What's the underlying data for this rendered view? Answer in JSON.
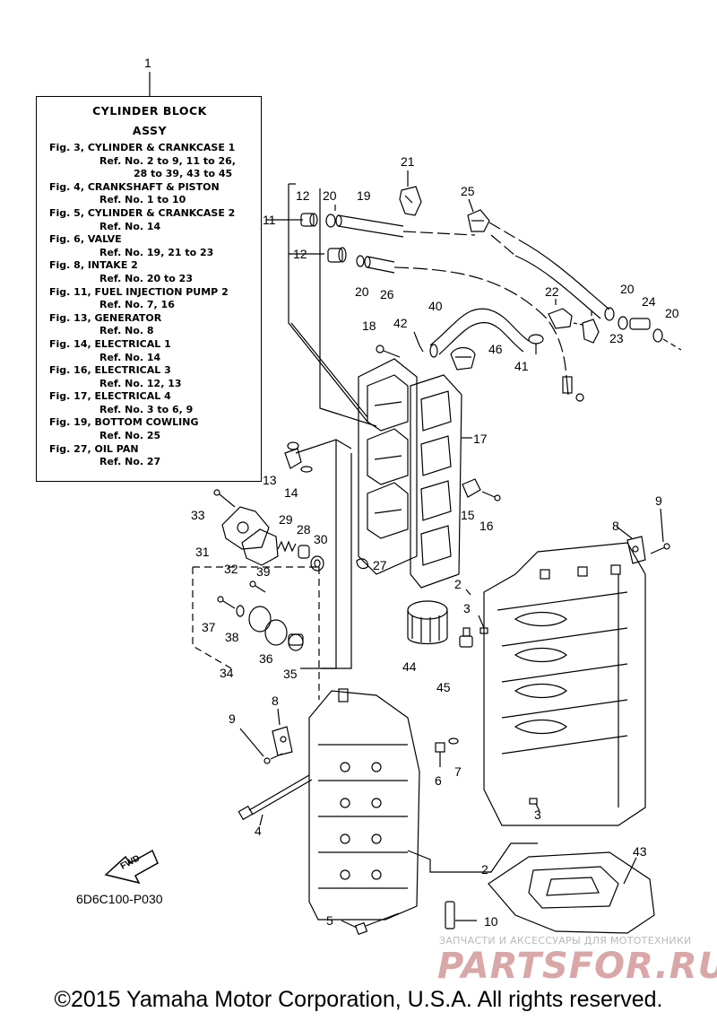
{
  "legend": {
    "ref_no": "1",
    "title_line1": "CYLINDER BLOCK",
    "title_line2": "ASSY",
    "lines": [
      {
        "text": "Fig. 3, CYLINDER & CRANKCASE 1",
        "kind": "fig"
      },
      {
        "text": "Ref. No. 2 to 9, 11 to 26,",
        "kind": "ref"
      },
      {
        "text": "28 to 39, 43 to 45",
        "kind": "ref2"
      },
      {
        "text": "Fig. 4, CRANKSHAFT & PISTON",
        "kind": "fig"
      },
      {
        "text": "Ref. No. 1 to 10",
        "kind": "ref"
      },
      {
        "text": "Fig. 5, CYLINDER & CRANKCASE 2",
        "kind": "fig"
      },
      {
        "text": "Ref. No. 14",
        "kind": "ref"
      },
      {
        "text": "Fig. 6, VALVE",
        "kind": "fig"
      },
      {
        "text": "Ref. No. 19, 21 to 23",
        "kind": "ref"
      },
      {
        "text": "Fig. 8, INTAKE 2",
        "kind": "fig"
      },
      {
        "text": "Ref. No. 20 to 23",
        "kind": "ref"
      },
      {
        "text": "Fig. 11, FUEL INJECTION PUMP 2",
        "kind": "fig"
      },
      {
        "text": "Ref. No. 7, 16",
        "kind": "ref"
      },
      {
        "text": "Fig. 13, GENERATOR",
        "kind": "fig"
      },
      {
        "text": "Ref. No. 8",
        "kind": "ref"
      },
      {
        "text": "Fig. 14, ELECTRICAL 1",
        "kind": "fig"
      },
      {
        "text": "Ref. No. 14",
        "kind": "ref"
      },
      {
        "text": "Fig. 16, ELECTRICAL 3",
        "kind": "fig"
      },
      {
        "text": "Ref. No. 12, 13",
        "kind": "ref"
      },
      {
        "text": "Fig. 17, ELECTRICAL 4",
        "kind": "fig"
      },
      {
        "text": "Ref. No. 3 to 6, 9",
        "kind": "ref"
      },
      {
        "text": "Fig. 19, BOTTOM COWLING",
        "kind": "fig"
      },
      {
        "text": "Ref. No. 25",
        "kind": "ref"
      },
      {
        "text": "Fig. 27, OIL PAN",
        "kind": "fig"
      },
      {
        "text": "Ref. No. 27",
        "kind": "ref"
      }
    ]
  },
  "callouts": [
    {
      "id": "c21",
      "label": "21"
    },
    {
      "id": "c25",
      "label": "25"
    },
    {
      "id": "c12a",
      "label": "12"
    },
    {
      "id": "c20a",
      "label": "20"
    },
    {
      "id": "c19",
      "label": "19"
    },
    {
      "id": "c11",
      "label": "11"
    },
    {
      "id": "c12b",
      "label": "12"
    },
    {
      "id": "c20b",
      "label": "20"
    },
    {
      "id": "c26",
      "label": "26"
    },
    {
      "id": "c22",
      "label": "22"
    },
    {
      "id": "c20c",
      "label": "20"
    },
    {
      "id": "c24",
      "label": "24"
    },
    {
      "id": "c20d",
      "label": "20"
    },
    {
      "id": "c23",
      "label": "23"
    },
    {
      "id": "c40",
      "label": "40"
    },
    {
      "id": "c18",
      "label": "18"
    },
    {
      "id": "c42",
      "label": "42"
    },
    {
      "id": "c46",
      "label": "46"
    },
    {
      "id": "c41",
      "label": "41"
    },
    {
      "id": "c17",
      "label": "17"
    },
    {
      "id": "c13",
      "label": "13"
    },
    {
      "id": "c14",
      "label": "14"
    },
    {
      "id": "c15",
      "label": "15"
    },
    {
      "id": "c16",
      "label": "16"
    },
    {
      "id": "c9a",
      "label": "9"
    },
    {
      "id": "c33",
      "label": "33"
    },
    {
      "id": "c29",
      "label": "29"
    },
    {
      "id": "c28",
      "label": "28"
    },
    {
      "id": "c30",
      "label": "30"
    },
    {
      "id": "c8a",
      "label": "8"
    },
    {
      "id": "c31",
      "label": "31"
    },
    {
      "id": "c32",
      "label": "32"
    },
    {
      "id": "c27",
      "label": "27"
    },
    {
      "id": "c39",
      "label": "39"
    },
    {
      "id": "c2a",
      "label": "2"
    },
    {
      "id": "c3a",
      "label": "3"
    },
    {
      "id": "c37",
      "label": "37"
    },
    {
      "id": "c38",
      "label": "38"
    },
    {
      "id": "c36",
      "label": "36"
    },
    {
      "id": "c35",
      "label": "35"
    },
    {
      "id": "c34",
      "label": "34"
    },
    {
      "id": "c44",
      "label": "44"
    },
    {
      "id": "c45",
      "label": "45"
    },
    {
      "id": "c8b",
      "label": "8"
    },
    {
      "id": "c9b",
      "label": "9"
    },
    {
      "id": "c6",
      "label": "6"
    },
    {
      "id": "c7",
      "label": "7"
    },
    {
      "id": "c3b",
      "label": "3"
    },
    {
      "id": "c4",
      "label": "4"
    },
    {
      "id": "c43",
      "label": "43"
    },
    {
      "id": "c2b",
      "label": "2"
    },
    {
      "id": "c5",
      "label": "5"
    },
    {
      "id": "c10",
      "label": "10"
    }
  ],
  "fwd_label": "FWD",
  "part_code": "6D6C100-P030",
  "watermark": {
    "subtitle": "ЗАПЧАСТИ И АКСЕССУАРЫ ДЛЯ МОТОТЕХНИКИ",
    "brand": "PARTSFOR.RU"
  },
  "copyright": "©2015 Yamaha Motor Corporation, U.S.A. All rights reserved.",
  "colors": {
    "line": "#000000",
    "background": "#ffffff",
    "watermark_red": "#d9a7a7",
    "watermark_grey": "#b9b9b9"
  }
}
